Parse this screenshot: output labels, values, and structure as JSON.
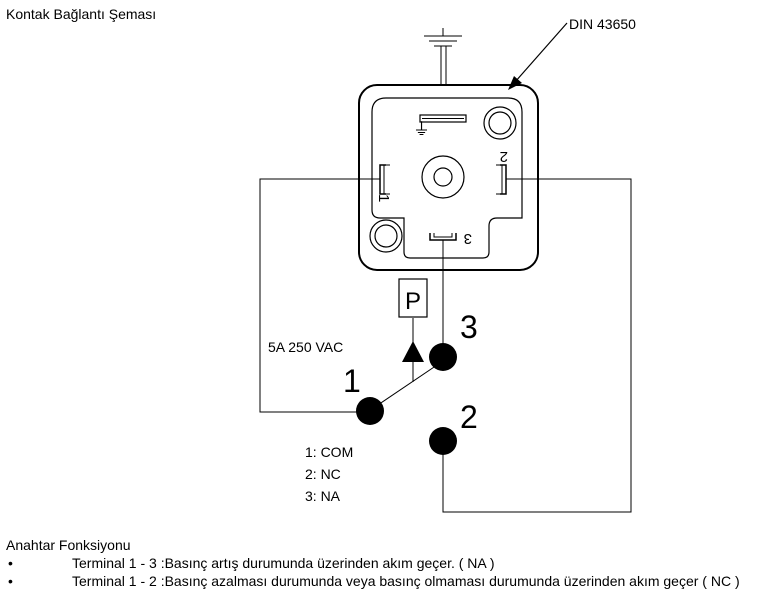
{
  "title": "Kontak Bağlantı Şeması",
  "diagram": {
    "connector_label": "DIN 43650",
    "pressure_symbol": "P",
    "rating": "5A 250 VAC",
    "terminals": {
      "t1": "1",
      "t2": "2",
      "t3": "3"
    },
    "legend": [
      "1: COM",
      "2: NC",
      "3: NA"
    ]
  },
  "footer": {
    "heading": "Anahtar Fonksiyonu",
    "bullet": "•",
    "items": [
      "Terminal 1 - 3 :Basınç artış durumunda üzerinden akım geçer. ( NA )",
      "Terminal 1 - 2 :Basınç azalması durumunda veya basınç olmaması durumunda üzerinden akım geçer ( NC )"
    ]
  }
}
